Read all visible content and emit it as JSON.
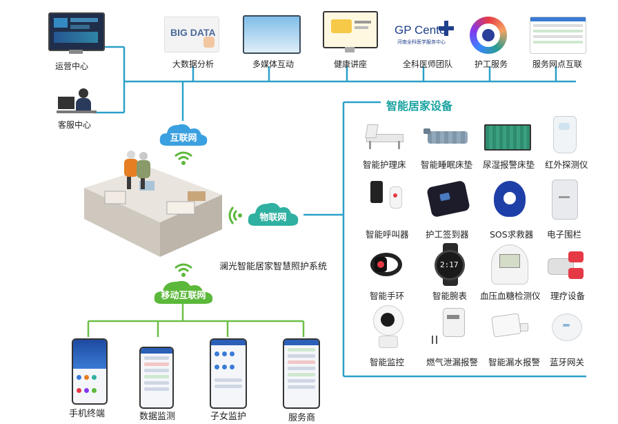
{
  "top_items": [
    {
      "id": "ops",
      "label": "运营中心"
    },
    {
      "id": "bigdata",
      "label": "大数据分析"
    },
    {
      "id": "media",
      "label": "多媒体互动"
    },
    {
      "id": "health",
      "label": "健康讲座"
    },
    {
      "id": "gp",
      "label": "全科医师团队"
    },
    {
      "id": "care",
      "label": "护工服务"
    },
    {
      "id": "service",
      "label": "服务网点互联"
    }
  ],
  "support": {
    "label": "客服中心"
  },
  "bigdata_text": "BIG DATA",
  "gp_logo": {
    "title": "GP Center",
    "subtitle": "河南全科医学服务中心"
  },
  "clouds": {
    "internet": "互联网",
    "iot": "物联网",
    "mobile": "移动互联网"
  },
  "system_name": "澜光智能居家智慧照护系统",
  "devices_title": "智能居家设备",
  "devices": [
    "智能护理床",
    "智能睡眠床垫",
    "尿湿报警床垫",
    "红外探测仪",
    "智能呼叫器",
    "护工签到器",
    "SOS求救器",
    "电子围栏",
    "智能手环",
    "智能腕表",
    "血压血糖检测仪",
    "理疗设备",
    "智能监控",
    "燃气泄漏报警",
    "智能漏水报警",
    "蓝牙网关"
  ],
  "watch_time": "2:17",
  "terminals": [
    "手机终端",
    "数据监测",
    "子女监护",
    "服务商"
  ],
  "colors": {
    "line": "#2aa0c8",
    "teal": "#17a2a0",
    "cloud_blue": "#3aa0e0",
    "cloud_teal": "#2fb0a0",
    "cloud_green": "#5cb83a",
    "wifi_green": "#5cb83a"
  }
}
